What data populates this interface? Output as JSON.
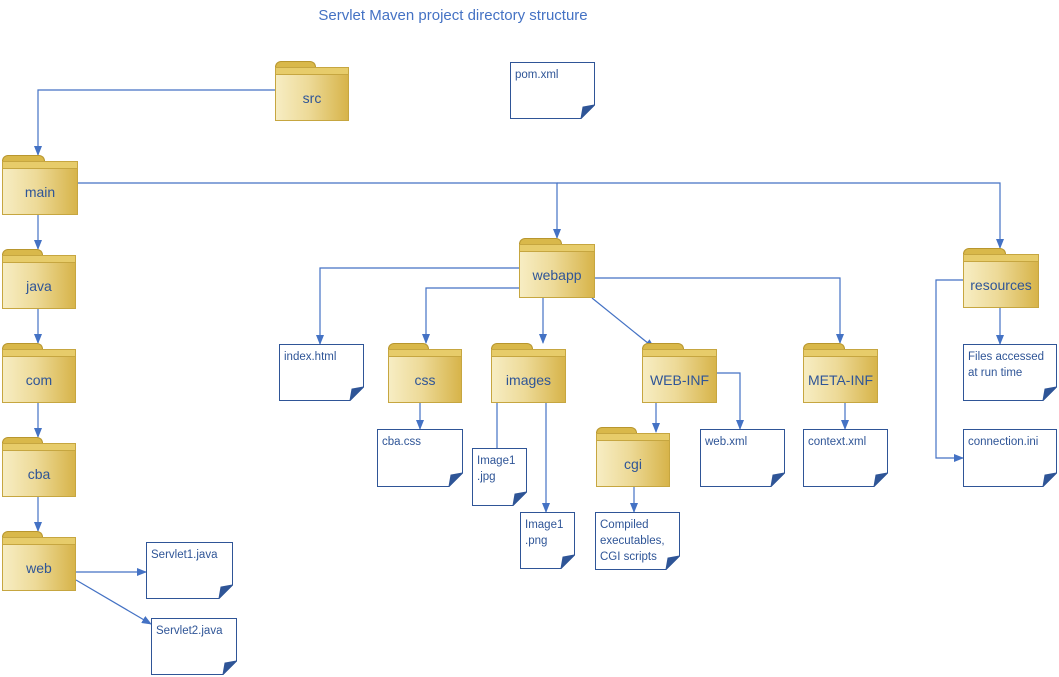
{
  "title": "Servlet Maven project directory structure",
  "colors": {
    "connector": "#4472C4",
    "text": "#2F5597",
    "folder_light": "#F7EDC3",
    "folder_dark": "#D7B44A"
  },
  "folders": [
    {
      "id": "src",
      "label": "src"
    },
    {
      "id": "main",
      "label": "main"
    },
    {
      "id": "java",
      "label": "java"
    },
    {
      "id": "com",
      "label": "com"
    },
    {
      "id": "cba",
      "label": "cba"
    },
    {
      "id": "web",
      "label": "web"
    },
    {
      "id": "webapp",
      "label": "webapp"
    },
    {
      "id": "css",
      "label": "css"
    },
    {
      "id": "images",
      "label": "images"
    },
    {
      "id": "web-inf",
      "label": "WEB-INF"
    },
    {
      "id": "meta-inf",
      "label": "META-INF"
    },
    {
      "id": "cgi",
      "label": "cgi"
    },
    {
      "id": "resources",
      "label": "resources"
    }
  ],
  "files": [
    {
      "id": "pom-xml",
      "label": "pom.xml"
    },
    {
      "id": "servlet1-java",
      "label": "Servlet1.java"
    },
    {
      "id": "servlet2-java",
      "label": "Servlet2.java"
    },
    {
      "id": "index-html",
      "label": "index.html"
    },
    {
      "id": "cba-css",
      "label": "cba.css"
    },
    {
      "id": "image1-jpg",
      "label": "Image1\n.jpg"
    },
    {
      "id": "image1-png",
      "label": "Image1\n.png"
    },
    {
      "id": "compiled-executables",
      "label": "Compiled\nexecutables,\nCGI scripts"
    },
    {
      "id": "web-xml",
      "label": "web.xml"
    },
    {
      "id": "context-xml",
      "label": "context.xml"
    },
    {
      "id": "files-accessed",
      "label": "Files accessed\nat run time"
    },
    {
      "id": "connection-ini",
      "label": "connection.ini"
    }
  ]
}
